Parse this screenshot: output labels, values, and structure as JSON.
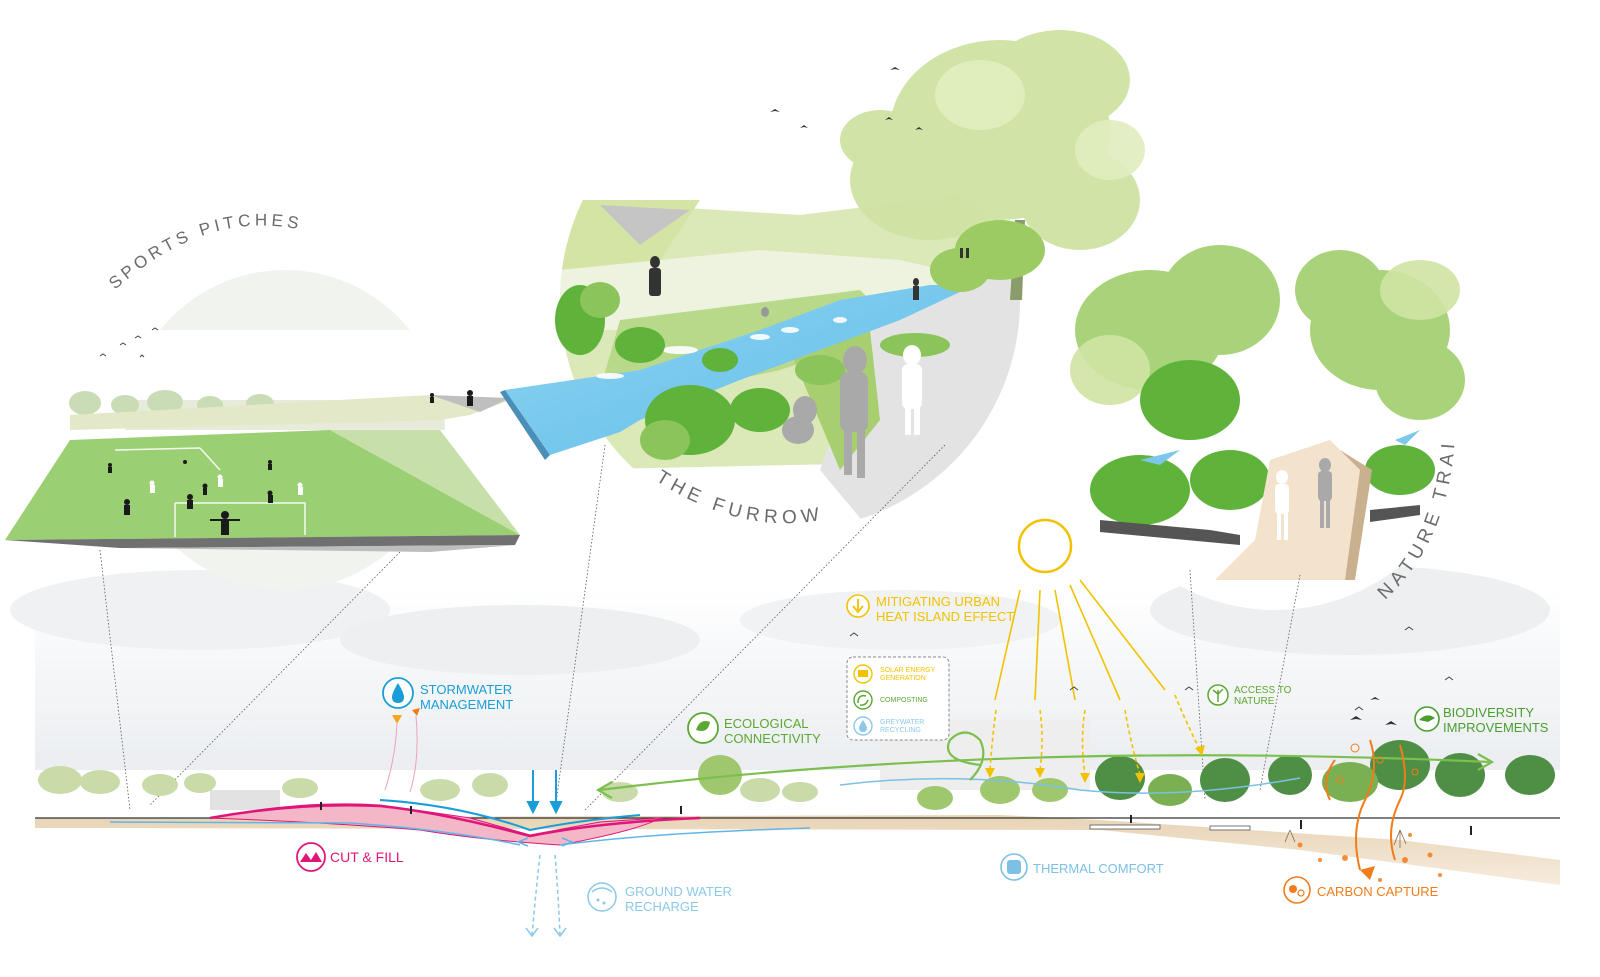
{
  "vignettes": {
    "sports": {
      "title": "SPORTS PITCHES"
    },
    "furrow": {
      "title": "THE FURROW"
    },
    "nature": {
      "title": "NATURE TRAILS"
    }
  },
  "labels": {
    "stormwater": {
      "line1": "STORMWATER",
      "line2": "MANAGEMENT"
    },
    "cut_fill": "CUT & FILL",
    "ground_water": {
      "line1": "GROUND WATER",
      "line2": "RECHARGE"
    },
    "ecological": {
      "line1": "ECOLOGICAL",
      "line2": "CONNECTIVITY"
    },
    "heat_island": {
      "line1": "MITIGATING URBAN",
      "line2": "HEAT ISLAND EFFECT"
    },
    "solar": {
      "line1": "SOLAR ENERGY",
      "line2": "GENERATION"
    },
    "composting": "COMPOSTING",
    "greywater": {
      "line1": "GREYWATER",
      "line2": "RECYCLING"
    },
    "thermal": "THERMAL COMFORT",
    "access": {
      "line1": "ACCESS TO",
      "line2": "NATURE"
    },
    "biodiversity": {
      "line1": "BIODIVERSITY",
      "line2": "IMPROVEMENTS"
    },
    "carbon": "CARBON CAPTURE"
  },
  "colors": {
    "stormwater": "#1a9ed9",
    "cut_fill": "#e0157a",
    "ground_water": "#8cc8ea",
    "ecological": "#5aa832",
    "heat_island": "#f2c200",
    "thermal": "#7cc0e6",
    "biodiversity": "#4a9e2f",
    "carbon": "#f07c1a",
    "grey_text": "#6b6b6b"
  },
  "icons": {
    "stormwater": "water-drop-icon",
    "cut_fill": "terrain-icon",
    "ground_water": "rain-icon",
    "ecological": "leaf-network-icon",
    "heat_island": "thermometer-down-icon",
    "solar": "solar-panel-icon",
    "composting": "recycle-icon",
    "greywater": "water-recycle-icon",
    "thermal": "person-cool-icon",
    "access": "plant-icon",
    "biodiversity": "bird-icon",
    "carbon": "carbon-molecule-icon"
  }
}
